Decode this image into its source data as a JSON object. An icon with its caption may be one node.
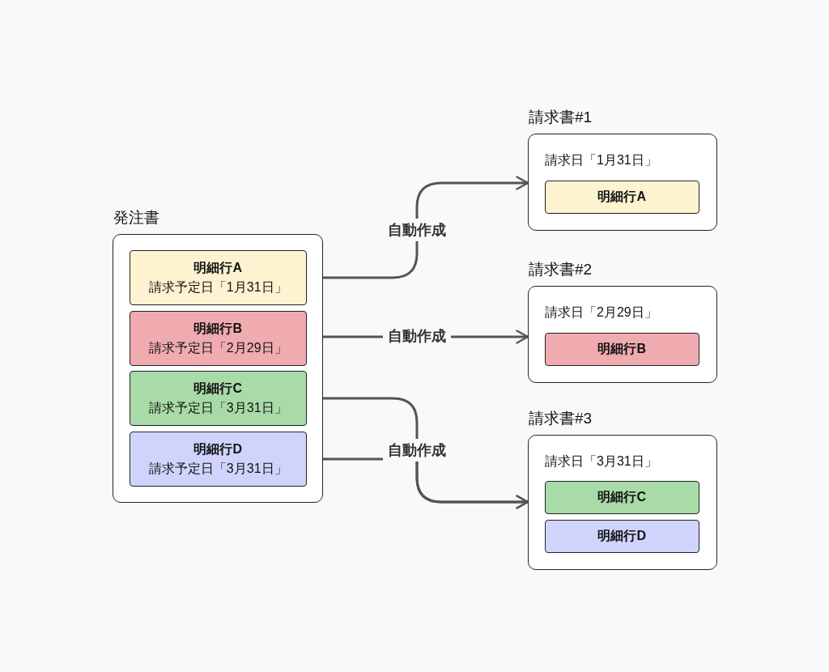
{
  "diagram": {
    "nodes": [
      {
        "text": [
          "発注書"
        ]
      },
      {
        "text": [
          "明細行A",
          "請求予定日「1月31日」"
        ],
        "in": 0
      },
      {
        "text": [
          "明細行B",
          "請求予定日「2月29日」"
        ],
        "in": 0
      },
      {
        "text": [
          "明細行C",
          "請求予定日「3月31日」"
        ],
        "in": 0
      },
      {
        "text": [
          "明細行D",
          "請求予定日「3月31日」"
        ],
        "in": 0
      },
      {
        "text": [
          "請求書#1",
          "請求日「1月31日」"
        ]
      },
      {
        "text": [
          "明細行A"
        ],
        "in": 5
      },
      {
        "text": [
          "請求書#2",
          "請求日「2月29日」"
        ]
      },
      {
        "text": [
          "明細行B"
        ],
        "in": 7
      },
      {
        "text": [
          "請求書#3",
          "請求日「3月31日」"
        ]
      },
      {
        "text": [
          "明細行C"
        ],
        "in": 9
      },
      {
        "text": [
          "明細行D"
        ],
        "in": 9
      }
    ],
    "edges": [
      {
        "from": 1,
        "to": 5,
        "arrow": "to",
        "label": "自動作成"
      },
      {
        "from": 2,
        "to": 7,
        "arrow": "to",
        "label": "自動作成"
      },
      {
        "from": 3,
        "to": 9,
        "arrow": "to",
        "label": "自動作成"
      },
      {
        "from": 4,
        "to": 9,
        "arrow": "to"
      }
    ]
  }
}
